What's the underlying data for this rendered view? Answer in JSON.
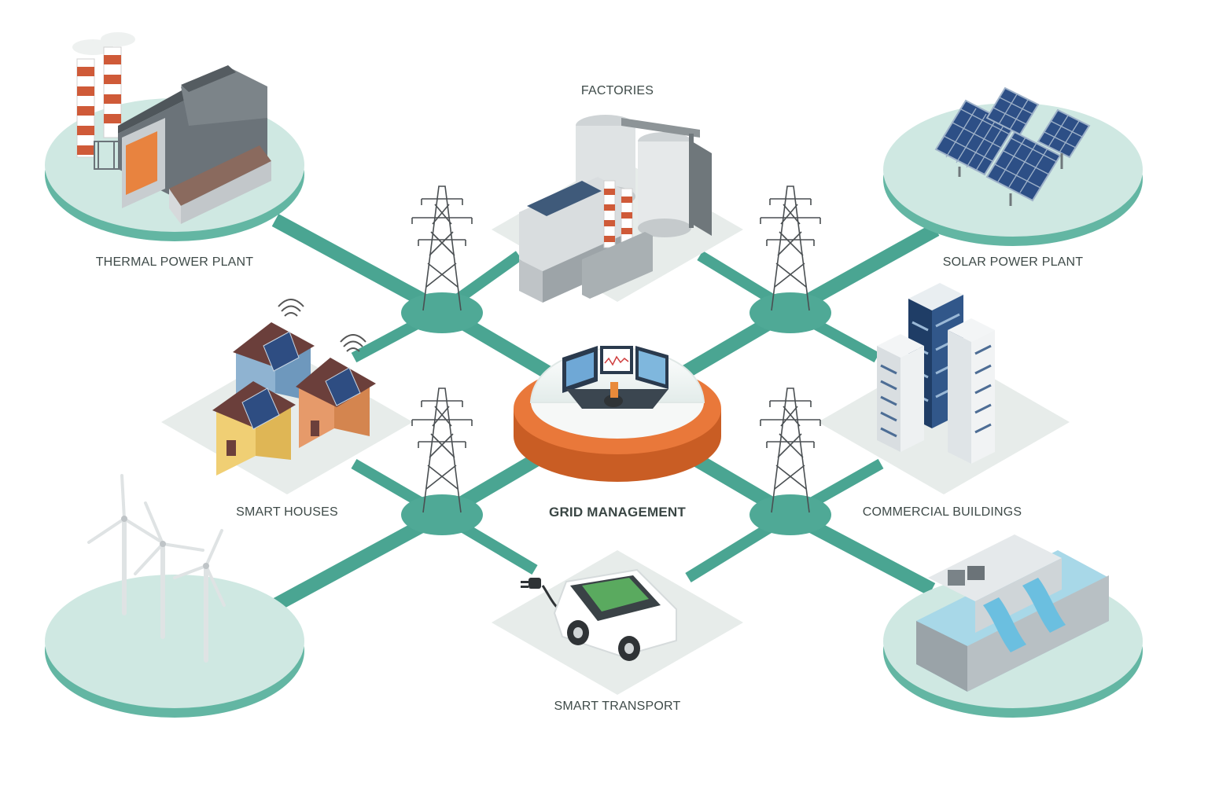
{
  "diagram": {
    "hub": {
      "label": "GRID MANAGEMENT",
      "icon": "control-room-dome-icon"
    },
    "nodes": [
      {
        "key": "factories",
        "label": "FACTORIES",
        "icon": "factory-icon"
      },
      {
        "key": "thermal",
        "label": "THERMAL POWER PLANT",
        "icon": "thermal-power-plant-icon"
      },
      {
        "key": "solar",
        "label": "SOLAR POWER PLANT",
        "icon": "solar-panels-icon"
      },
      {
        "key": "houses",
        "label": "SMART HOUSES",
        "icon": "smart-house-icon"
      },
      {
        "key": "commercial",
        "label": "COMMERCIAL BUILDINGS",
        "icon": "office-building-icon"
      },
      {
        "key": "transport",
        "label": "SMART TRANSPORT",
        "icon": "electric-car-icon"
      },
      {
        "key": "wind",
        "label": "",
        "icon": "wind-turbine-icon"
      },
      {
        "key": "hydro",
        "label": "",
        "icon": "hydro-dam-icon"
      }
    ],
    "colors": {
      "grid_line": "#4aa592",
      "junction": "#4fa996",
      "platform_top": "#cfe8e2",
      "platform_side": "#63b6a3",
      "tile": "#e7ecea",
      "hub_ring": "#e9783a",
      "hub_ring_dark": "#c95d24",
      "dome": "#f2f6f5",
      "label_text": "#3e4a48"
    }
  }
}
